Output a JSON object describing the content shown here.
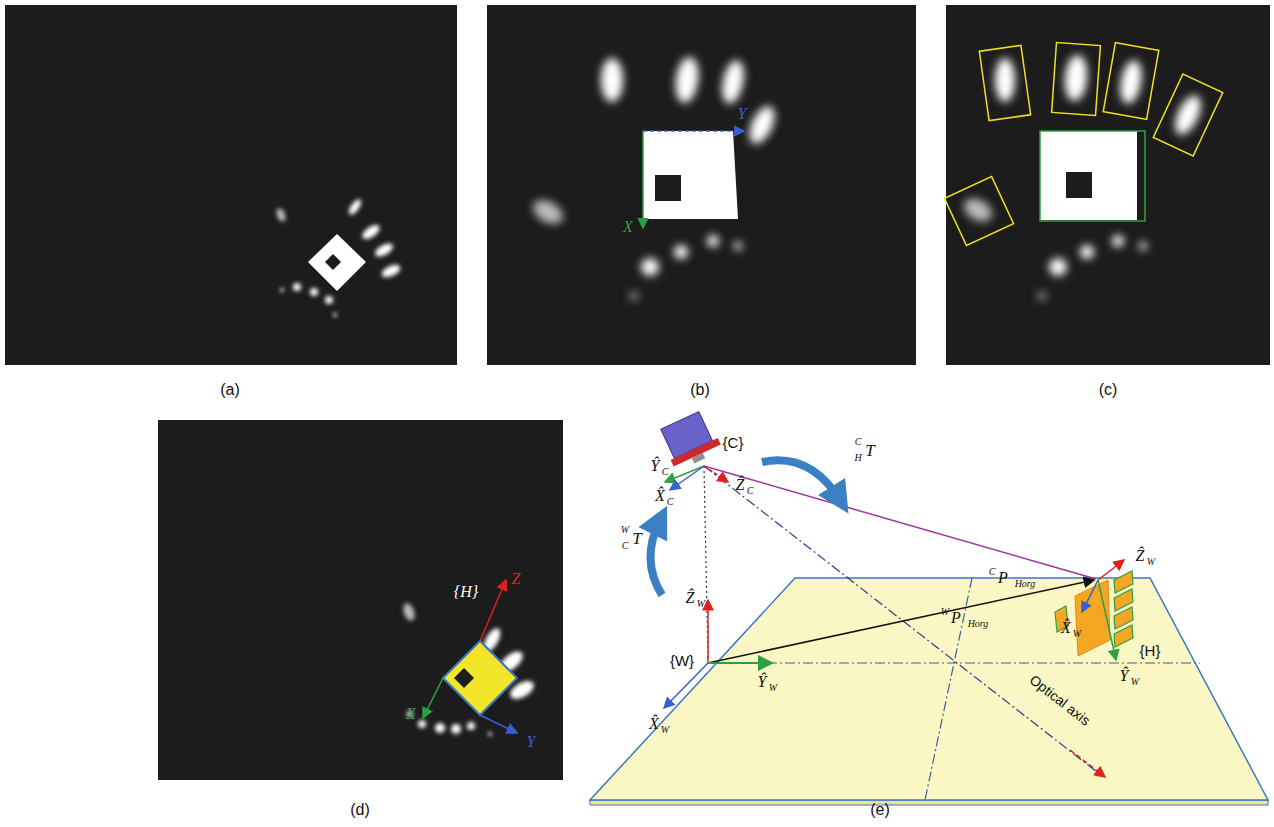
{
  "diagram": {
    "labels": [
      "(a)",
      "(b)",
      "(c)",
      "(d)",
      "(e)",
      "Y",
      "X",
      "{H}",
      "Z",
      "X",
      "Y",
      "{C}",
      "Ŷ",
      "C",
      "X̂",
      "C",
      "Ẑ",
      "C",
      "C",
      "H",
      "T",
      "W",
      "C",
      "T",
      "C",
      "P",
      "Horg",
      "W",
      "P",
      "Horg",
      "Ẑ",
      "W",
      "{H}",
      "X̂",
      "W",
      "Ŷ",
      "W",
      "Ẑ",
      "W",
      "{W}",
      "Ŷ",
      "W",
      "X̂",
      "W",
      "Optical axis"
    ]
  }
}
